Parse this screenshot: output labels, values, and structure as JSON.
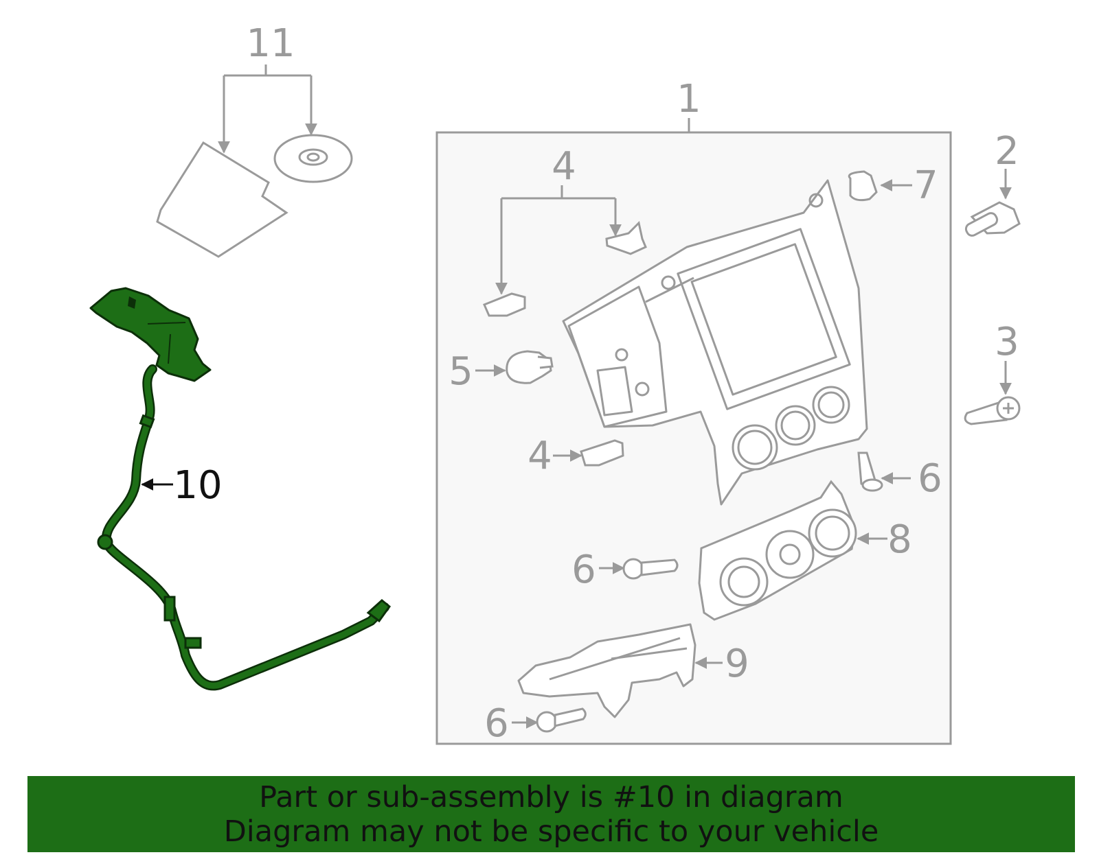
{
  "colors": {
    "line_gray": "#9a9a9a",
    "highlight_green": "#1d6e16",
    "highlight_dark": "#0c2f09",
    "panel_fill": "#f8f8f8",
    "banner_bg": "#1d6e16",
    "callout_highlight": "#111111"
  },
  "callouts": {
    "c1": "1",
    "c2": "2",
    "c3": "3",
    "c4a": "4",
    "c4b": "4",
    "c5": "5",
    "c6a": "6",
    "c6b": "6",
    "c6c": "6",
    "c7": "7",
    "c8": "8",
    "c9": "9",
    "c10": "10",
    "c11": "11"
  },
  "highlighted_part": "10",
  "banner": {
    "line1": "Part or sub-assembly is #10 in diagram",
    "line2": "Diagram may not be specific to your vehicle"
  }
}
